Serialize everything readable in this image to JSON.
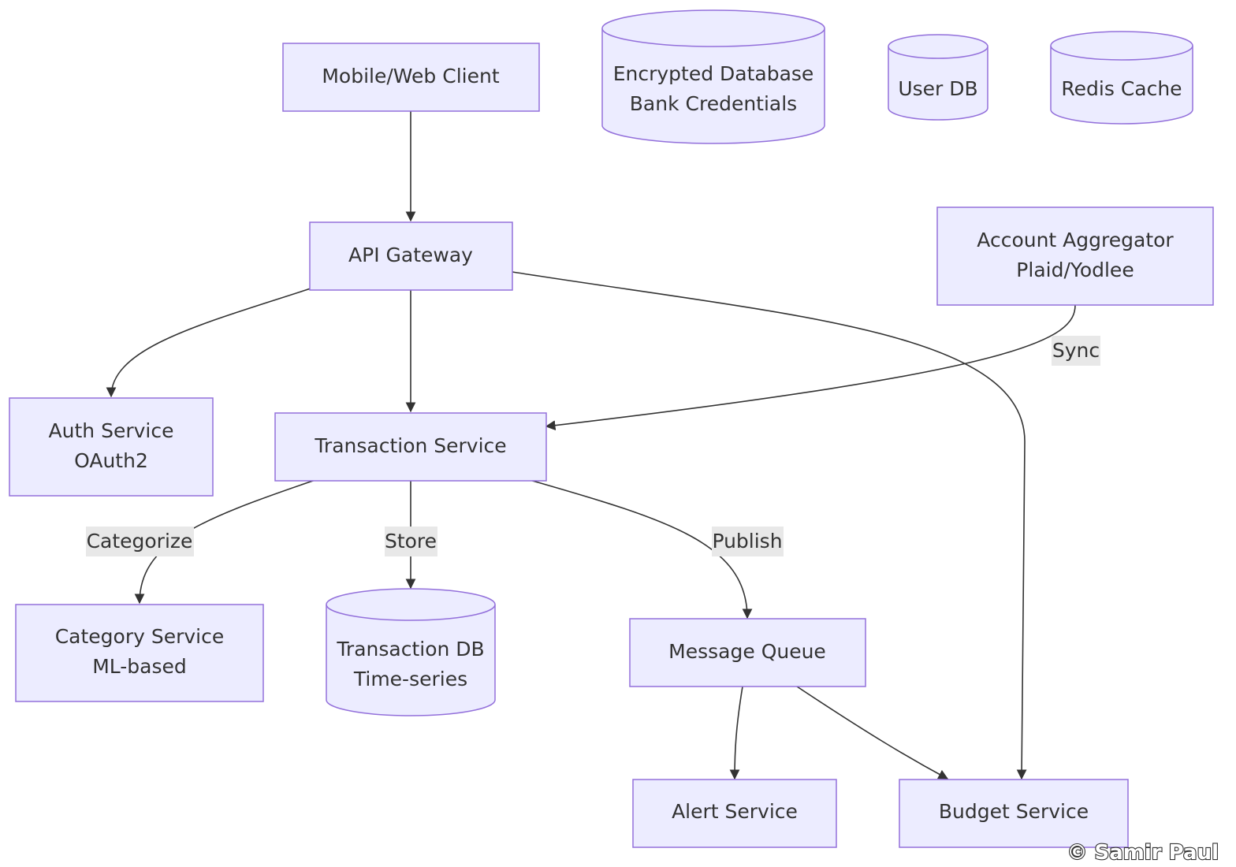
{
  "nodes": {
    "client": [
      "Mobile/Web Client"
    ],
    "gateway": [
      "API Gateway"
    ],
    "auth": [
      "Auth Service",
      "OAuth2"
    ],
    "txn": [
      "Transaction Service"
    ],
    "aggregator": [
      "Account Aggregator",
      "Plaid/Yodlee"
    ],
    "category": [
      "Category Service",
      "ML-based"
    ],
    "txndb": [
      "Transaction DB",
      "Time-series"
    ],
    "mq": [
      "Message Queue"
    ],
    "alert": [
      "Alert Service"
    ],
    "budget": [
      "Budget Service"
    ],
    "encdb": [
      "Encrypted Database",
      "Bank Credentials"
    ],
    "userdb": [
      "User DB"
    ],
    "redis": [
      "Redis Cache"
    ]
  },
  "edge_labels": {
    "sync": "Sync",
    "categorize": "Categorize",
    "store": "Store",
    "publish": "Publish"
  },
  "watermark": "© Samir Paul",
  "colors": {
    "node_fill": "#ececff",
    "node_stroke": "#9370db",
    "edge": "#333333",
    "label_bg": "#e8e8e8",
    "text": "#333333"
  }
}
